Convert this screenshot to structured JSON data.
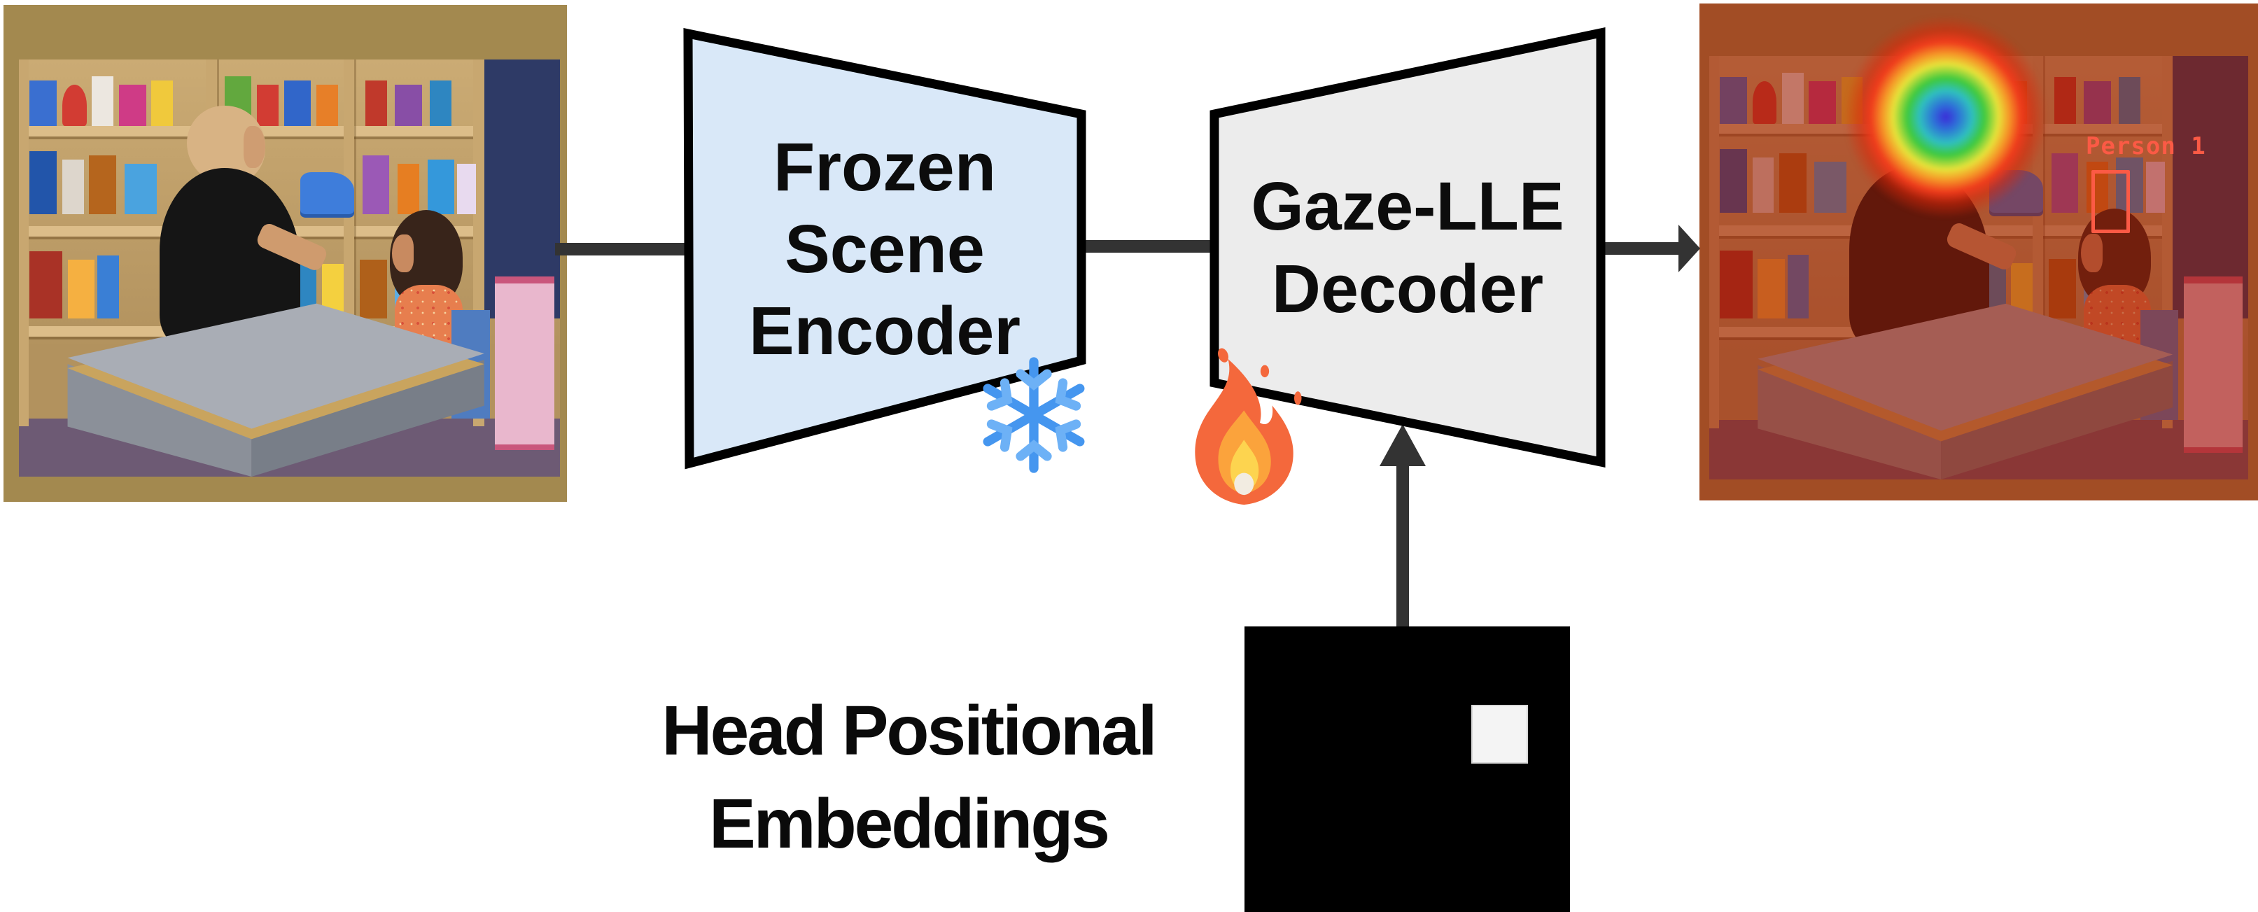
{
  "encoder": {
    "line1": "Frozen",
    "line2": "Scene",
    "line3": "Encoder",
    "state_icon": "snowflake-icon"
  },
  "decoder": {
    "line1": "Gaze-LLE",
    "line2": "Decoder",
    "state_icon": "fire-icon"
  },
  "head_embeddings_label": {
    "line1": "Head Positional",
    "line2": "Embeddings"
  },
  "output_image": {
    "person_label": "Person 1"
  },
  "colors": {
    "encoder_fill": "#d9e8f8",
    "decoder_fill": "#ececec",
    "block_stroke": "#000000",
    "arrow": "#333333",
    "snowflake": "#4596ef",
    "snowflake_light": "#6db1f6",
    "fire_outer": "#f4683c",
    "fire_mid": "#fba33c",
    "fire_inner": "#fdd44f",
    "fire_core": "#f2ece1",
    "person_label": "#fb5a45",
    "map_bg": "#000000",
    "map_cell": "#f4f4f4",
    "frame_gold": "#a3894f"
  }
}
